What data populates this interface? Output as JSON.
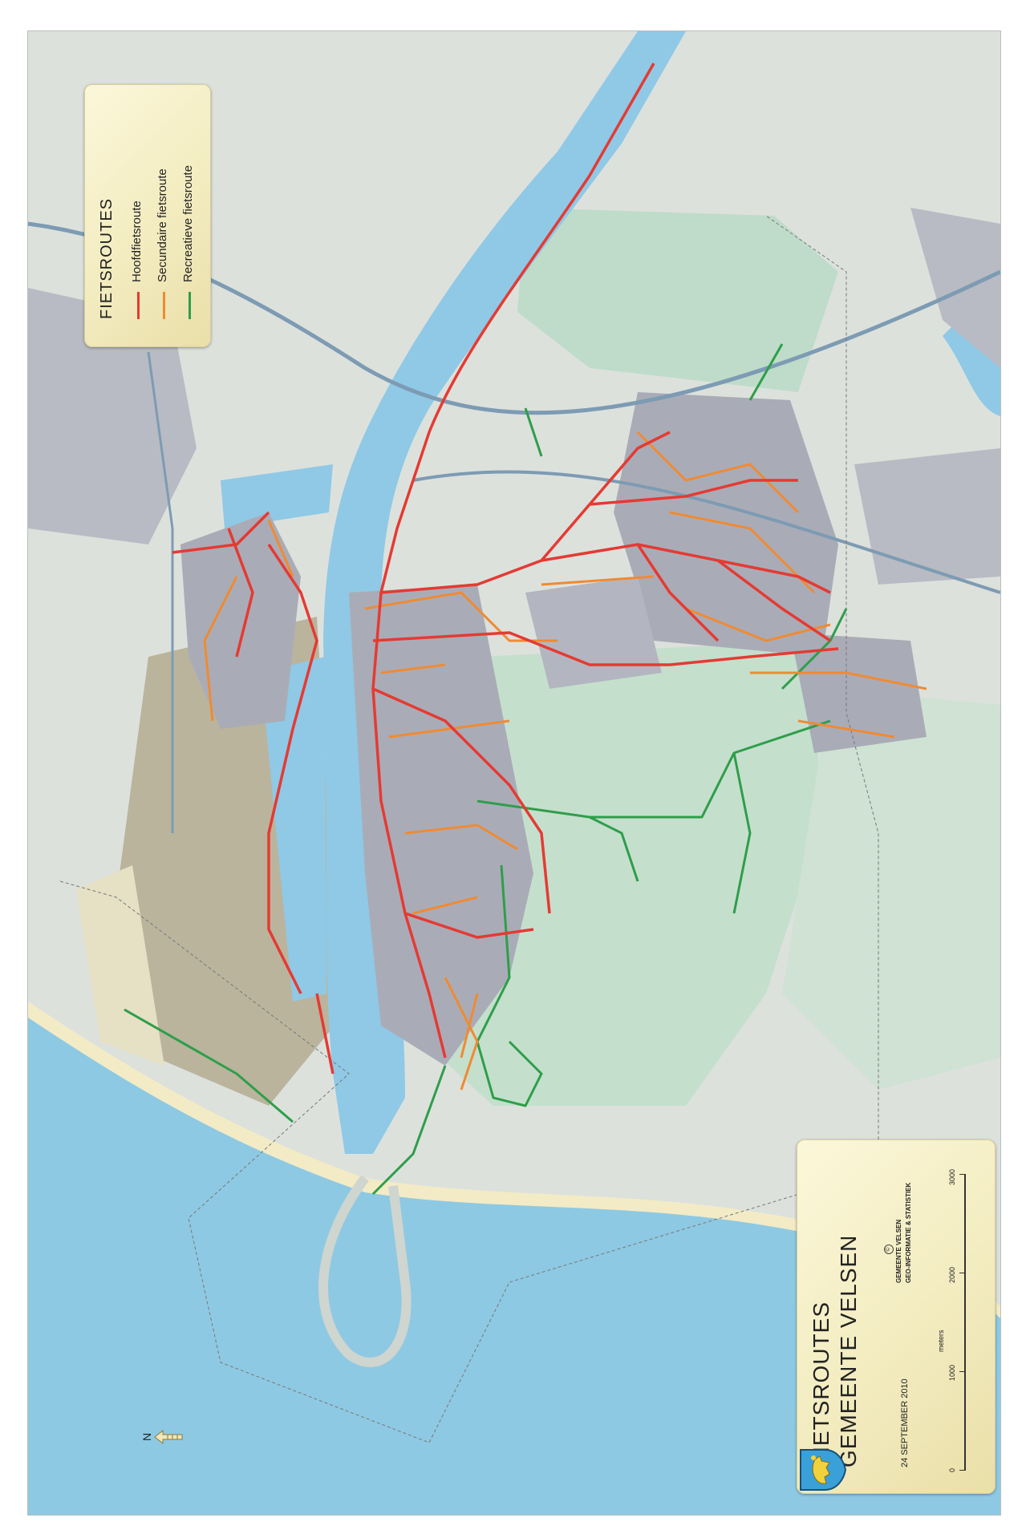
{
  "legend": {
    "title": "FIETSROUTES",
    "items": [
      {
        "label": "Hoofdfietsroute",
        "color": "#e53a33"
      },
      {
        "label": "Secundaire fietsroute",
        "color": "#f08a33"
      },
      {
        "label": "Recreatieve fietsroute",
        "color": "#2e9e4a"
      }
    ]
  },
  "title_block": {
    "title_line1": "FIETSROUTES",
    "title_line2": "GEMEENTE VELSEN",
    "date": "24 SEPTEMBER 2010",
    "copyright": "©",
    "org": "GEMEENTE VELSEN",
    "dept": "GEO-INFORMATIE & STATISTIEK",
    "scale_labels": [
      "0",
      "1000",
      "2000",
      "3000"
    ],
    "scale_unit": "meters"
  },
  "north_label": "N",
  "colors": {
    "sea": "#8ec9e3",
    "water": "#8fc9e6",
    "land": "#dde1dc",
    "green": "#bedcc9",
    "urban": "#a9acb7",
    "beach": "#f2ebc6",
    "industry": "#b9b39c"
  }
}
